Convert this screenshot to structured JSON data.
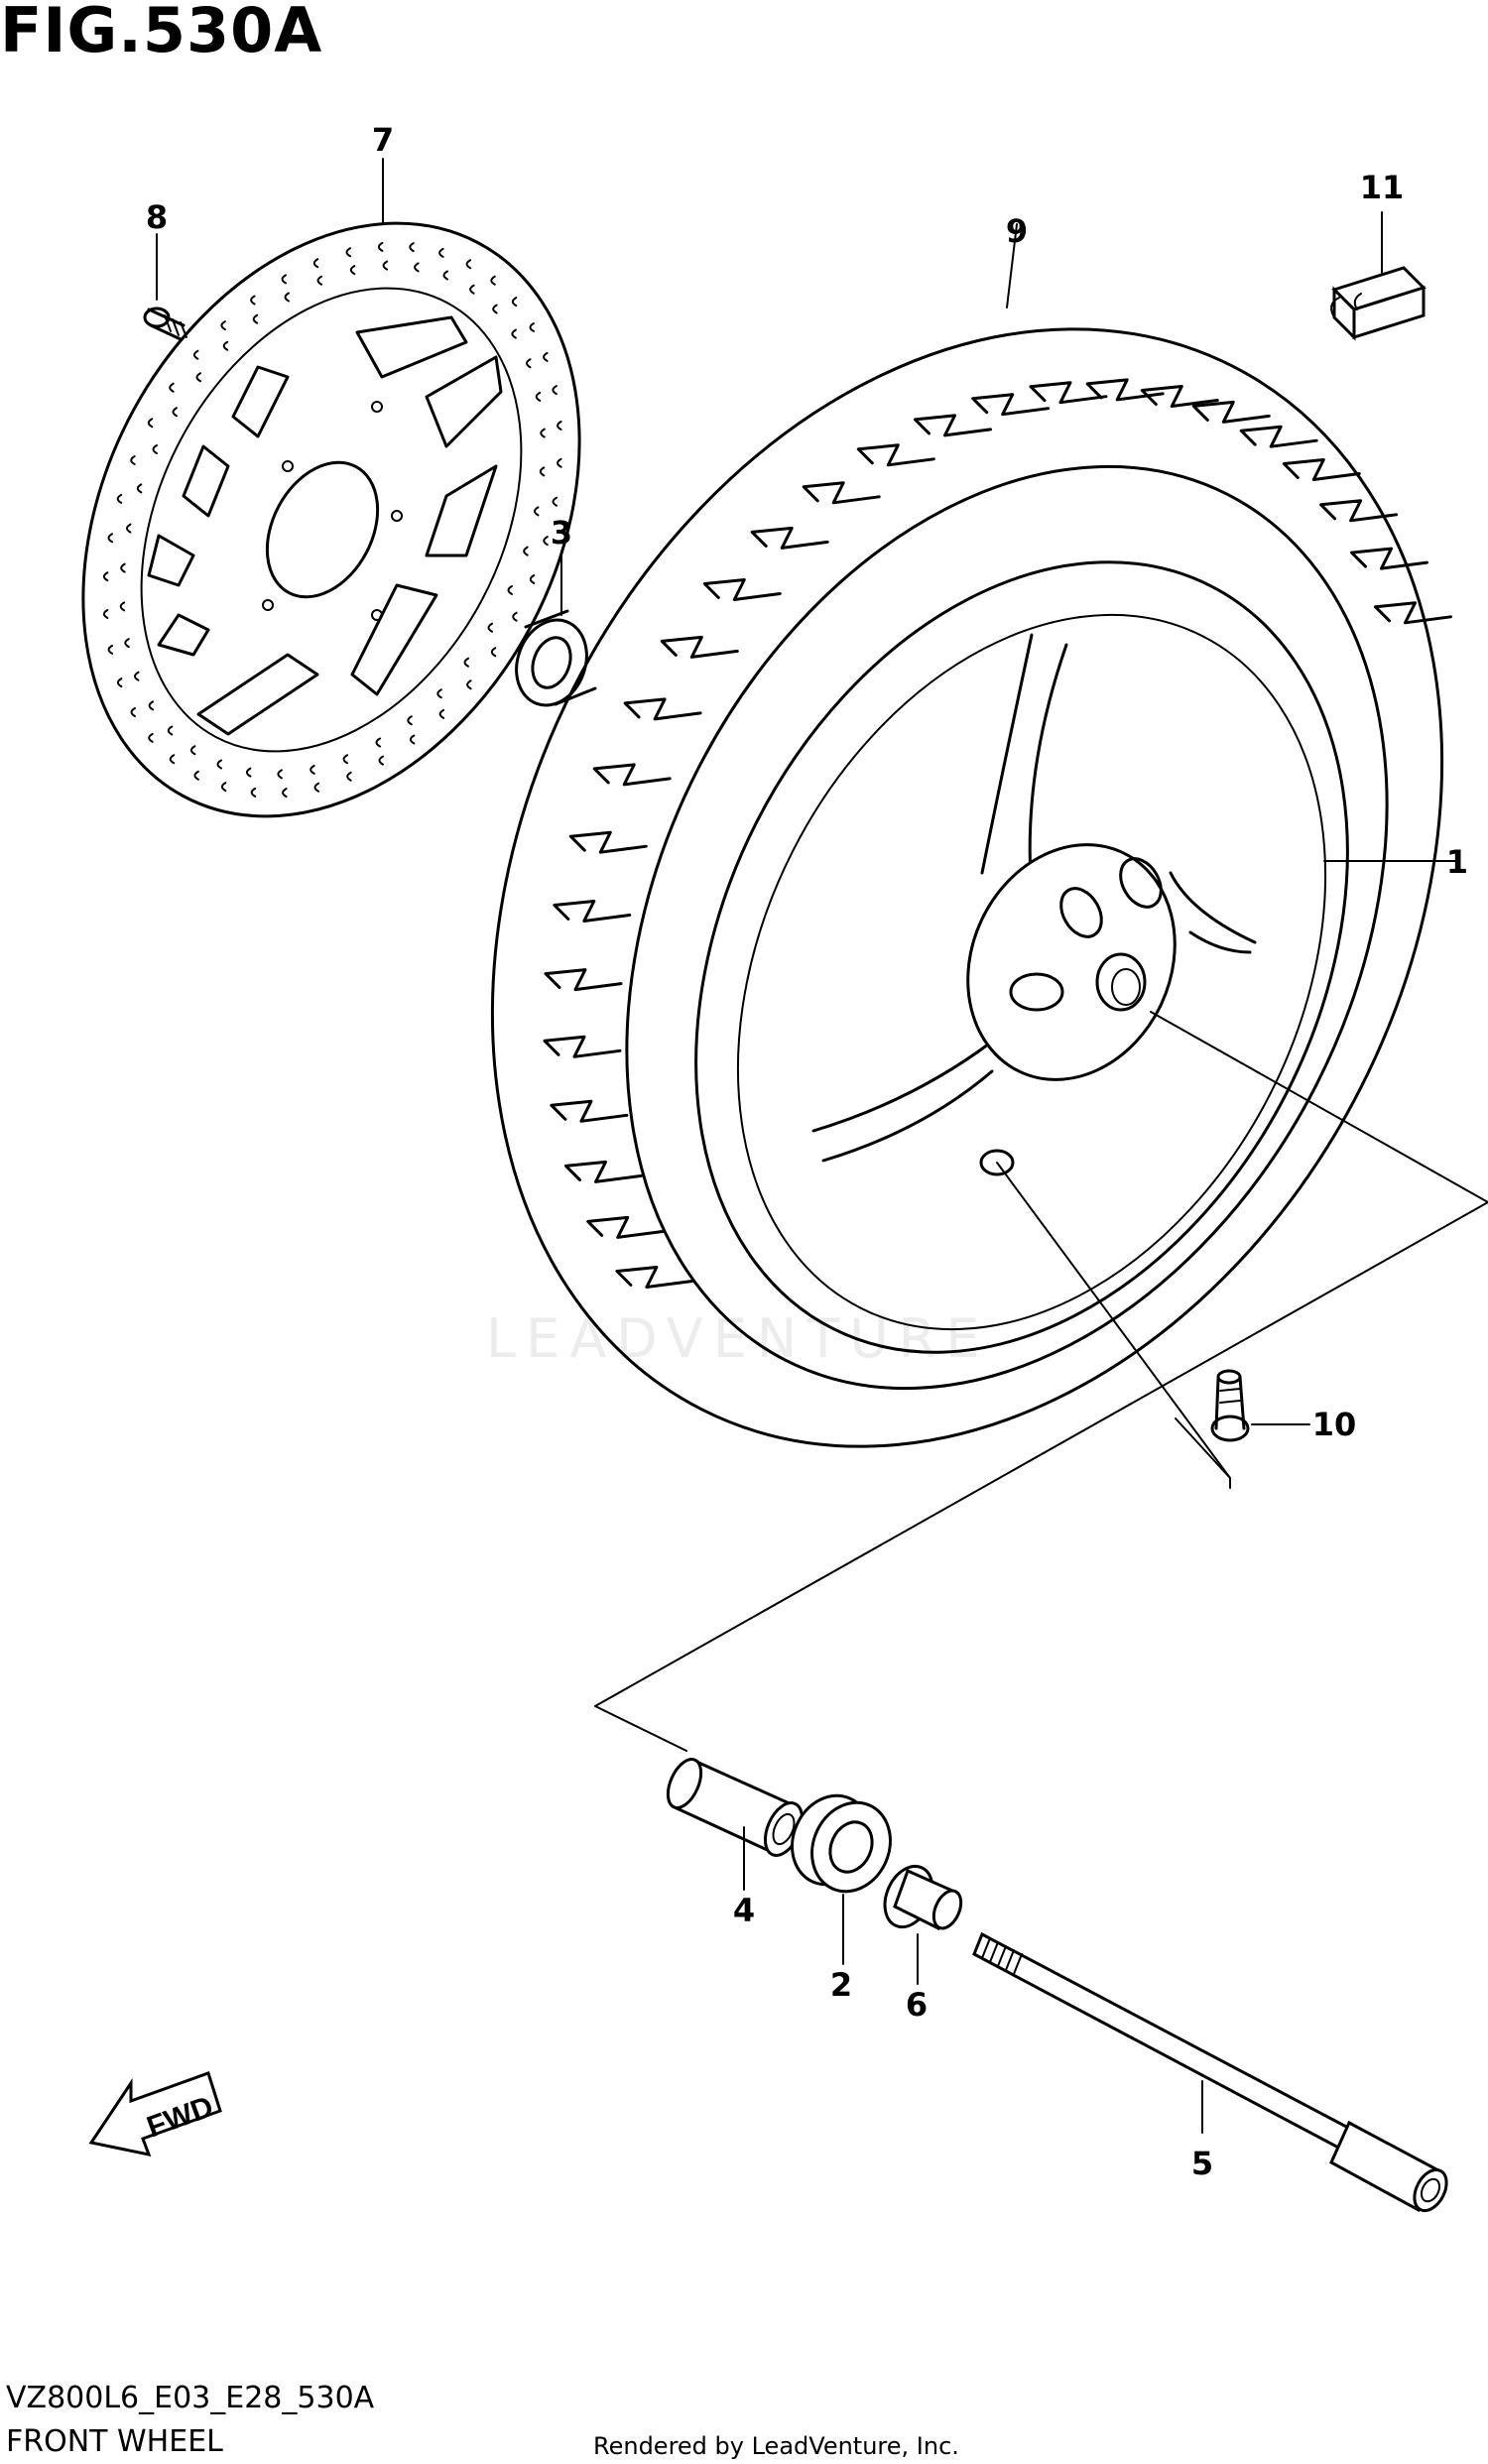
{
  "figure": {
    "title": "FIG.530A",
    "code": "VZ800L6_E03_E28_530A",
    "subtitle": "FRONT WHEEL",
    "rendered_by": "Rendered by LeadVenture, Inc.",
    "watermark": "LEADVENTURE",
    "direction_label": "FWD"
  },
  "callouts": [
    {
      "id": "1",
      "part": "wheel"
    },
    {
      "id": "2",
      "part": "bearing"
    },
    {
      "id": "3",
      "part": "bearing"
    },
    {
      "id": "4",
      "part": "spacer"
    },
    {
      "id": "5",
      "part": "axle"
    },
    {
      "id": "6",
      "part": "spacer-collar"
    },
    {
      "id": "7",
      "part": "brake-disc"
    },
    {
      "id": "8",
      "part": "disc-bolt"
    },
    {
      "id": "9",
      "part": "tire"
    },
    {
      "id": "10",
      "part": "valve"
    },
    {
      "id": "11",
      "part": "balancer-weight"
    }
  ]
}
